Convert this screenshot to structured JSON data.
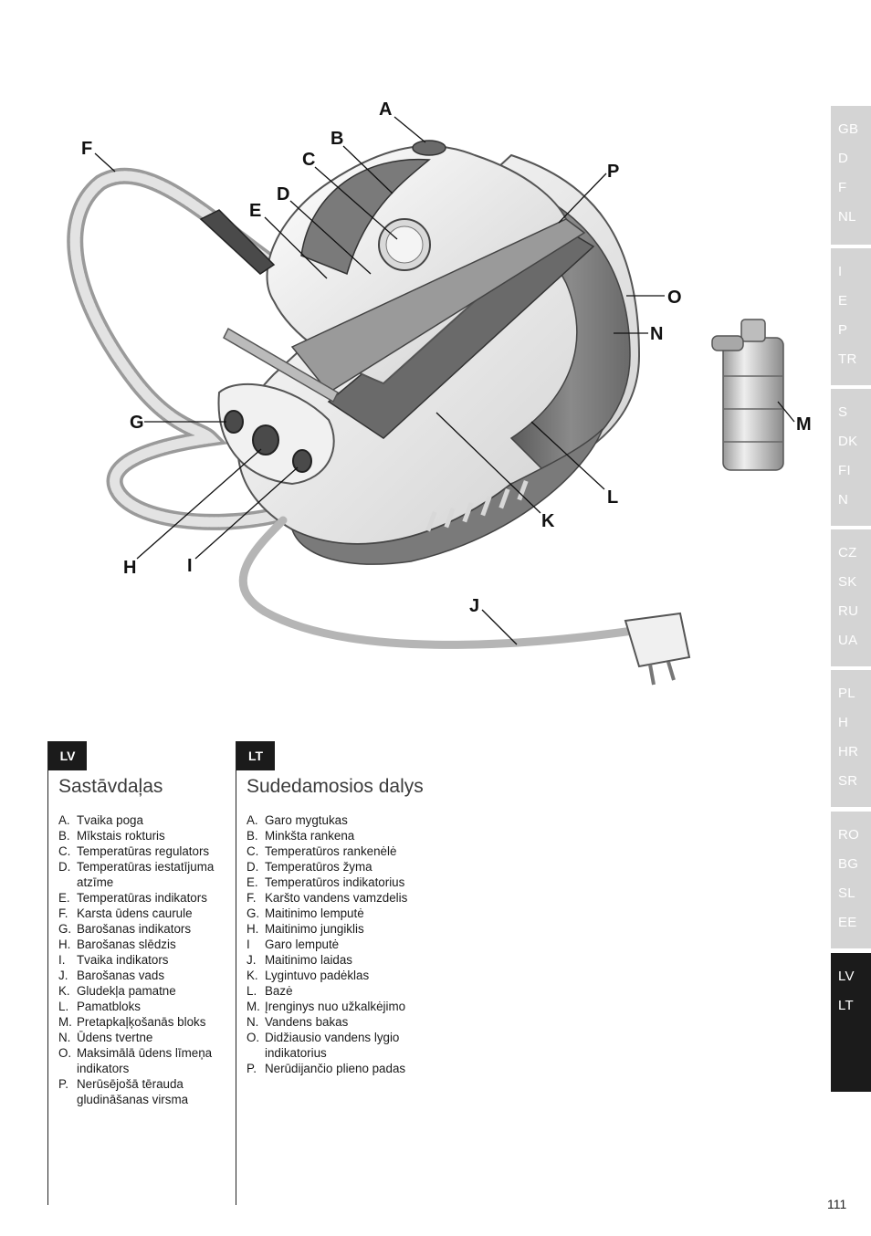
{
  "callouts": [
    "A",
    "B",
    "C",
    "D",
    "E",
    "F",
    "G",
    "H",
    "I",
    "J",
    "K",
    "L",
    "M",
    "N",
    "O",
    "P"
  ],
  "language_index": {
    "groups": [
      [
        "GB",
        "D",
        "F",
        "NL"
      ],
      [
        "I",
        "E",
        "P",
        "TR"
      ],
      [
        "S",
        "DK",
        "FI",
        "N"
      ],
      [
        "CZ",
        "SK",
        "RU",
        "UA"
      ],
      [
        "PL",
        "H",
        "HR",
        "SR"
      ],
      [
        "RO",
        "BG",
        "SL",
        "EE"
      ],
      [
        "LV",
        "LT"
      ]
    ],
    "active_group": 6
  },
  "columns": {
    "lv": {
      "badge": "LV",
      "title": "Sastāvdaļas",
      "items": [
        {
          "letter": "A.",
          "text": "Tvaika poga"
        },
        {
          "letter": "B.",
          "text": "Mīkstais rokturis"
        },
        {
          "letter": "C.",
          "text": "Temperatūras regulators"
        },
        {
          "letter": "D.",
          "text": "Temperatūras iestatījuma atzīme"
        },
        {
          "letter": "E.",
          "text": "Temperatūras indikators"
        },
        {
          "letter": "F.",
          "text": "Karsta ūdens caurule"
        },
        {
          "letter": "G.",
          "text": "Barošanas indikators"
        },
        {
          "letter": "H.",
          "text": "Barošanas slēdzis"
        },
        {
          "letter": "I.",
          "text": "Tvaika indikators"
        },
        {
          "letter": "J.",
          "text": "Barošanas vads"
        },
        {
          "letter": "K.",
          "text": "Gludekļa pamatne"
        },
        {
          "letter": "L.",
          "text": "Pamatbloks"
        },
        {
          "letter": "M.",
          "text": "Pretapkaļķošanās bloks"
        },
        {
          "letter": "N.",
          "text": "Ūdens tvertne"
        },
        {
          "letter": "O.",
          "text": "Maksimālā ūdens līmeņa indikators"
        },
        {
          "letter": "P.",
          "text": "Nerūsējošā tērauda gludināšanas virsma"
        }
      ]
    },
    "lt": {
      "badge": "LT",
      "title": "Sudedamosios dalys",
      "items": [
        {
          "letter": "A.",
          "text": "Garo mygtukas"
        },
        {
          "letter": "B.",
          "text": "Minkšta rankena"
        },
        {
          "letter": "C.",
          "text": "Temperatūros rankenėlė"
        },
        {
          "letter": "D.",
          "text": "Temperatūros žyma"
        },
        {
          "letter": "E.",
          "text": "Temperatūros indikatorius"
        },
        {
          "letter": "F.",
          "text": "Karšto vandens vamzdelis"
        },
        {
          "letter": "G.",
          "text": "Maitinimo lemputė"
        },
        {
          "letter": "H.",
          "text": "Maitinimo jungiklis"
        },
        {
          "letter": "I",
          "text": "Garo lemputė"
        },
        {
          "letter": "J.",
          "text": "Maitinimo laidas"
        },
        {
          "letter": "K.",
          "text": "Lygintuvo padėklas"
        },
        {
          "letter": "L.",
          "text": "Bazė"
        },
        {
          "letter": "M.",
          "text": "Įrenginys nuo užkalkėjimo"
        },
        {
          "letter": "N.",
          "text": "Vandens bakas"
        },
        {
          "letter": "O.",
          "text": "Didžiausio vandens lygio indikatorius"
        },
        {
          "letter": "P.",
          "text": "Nerūdijančio plieno padas"
        }
      ]
    }
  },
  "page_number": "111"
}
